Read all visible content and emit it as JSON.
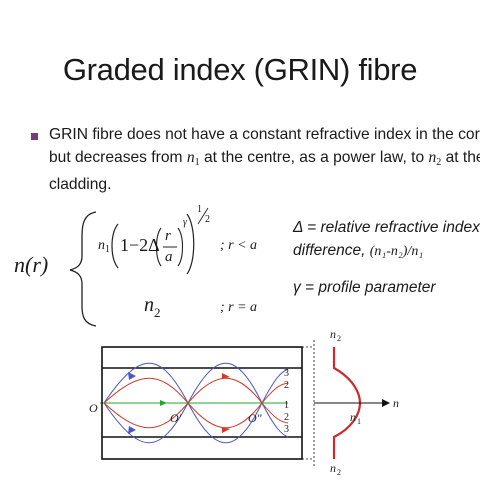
{
  "slide": {
    "title": "Graded index (GRIN) fibre",
    "bullet": {
      "line1": "GRIN fibre does not have a constant refractive index in the core",
      "line2_a": "but decreases from ",
      "line2_b": " at the centre, as a power law, to ",
      "line2_c": " at the",
      "line3": "cladding.",
      "n1_sym": "n",
      "n1_sub": "1",
      "n2_sym": "n",
      "n2_sub": "2"
    }
  },
  "equation": {
    "lhs": "n(r)",
    "case1_n": "n",
    "case1_n_sub": "1",
    "case1_open": "1−2Δ",
    "frac_num": "r",
    "frac_den": "a",
    "gamma": "γ",
    "half_num": "1",
    "half_den": "2",
    "case1_cond": "; r < a",
    "case2_n": "n",
    "case2_n_sub": "2",
    "case2_cond": "; r = a"
  },
  "notes": {
    "delta_line1": "Δ = relative refractive index",
    "delta_line2": "difference,",
    "delta_expr": "(n₁-n₂)/n₁",
    "gamma_line": "γ = profile parameter"
  },
  "diagram": {
    "label_O": "O",
    "label_O1": "O'",
    "label_O2": "O\"",
    "ray_labels_top": [
      "3",
      "2",
      "1"
    ],
    "ray_labels_bottom": [
      "2",
      "3"
    ],
    "profile_top": "n",
    "profile_top_sub": "2",
    "profile_mid": "n",
    "profile_mid_sub": "1",
    "profile_bottom": "n",
    "profile_bottom_sub": "2",
    "axis_label": "n",
    "colors": {
      "ray_outer": "#4a55c8",
      "ray_mid": "#d23a2a",
      "ray_axis": "#1fa82a",
      "profile": "#d2282a",
      "bullet": "#7a3a7a"
    }
  }
}
